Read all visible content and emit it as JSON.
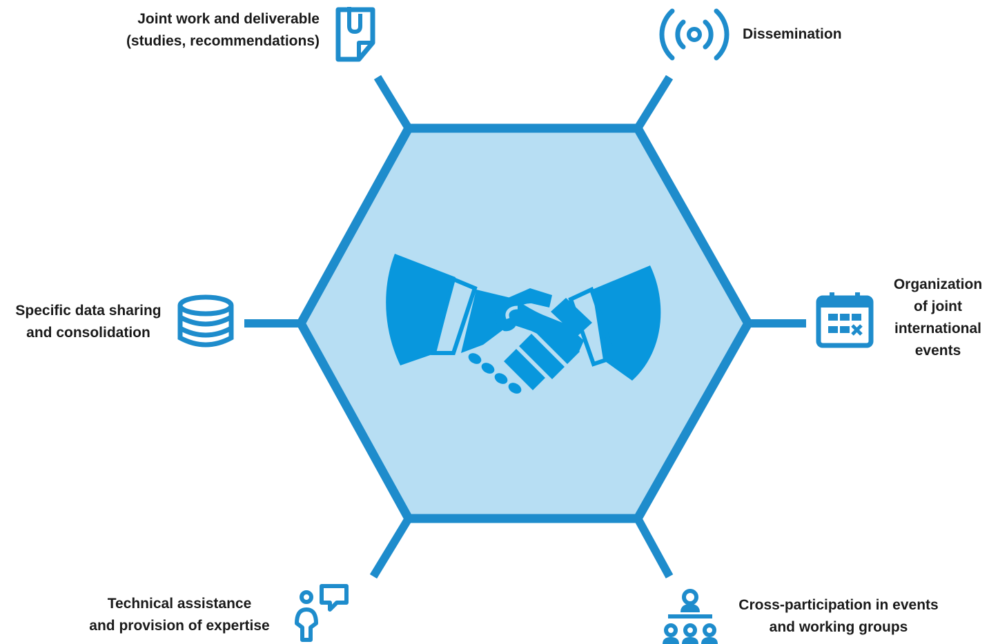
{
  "colors": {
    "accent": "#1e8ccc",
    "hex_fill": "#b7def3",
    "handshake": "#0897dd",
    "text": "#1a1a1a"
  },
  "center": {
    "icon": "handshake-icon"
  },
  "items": [
    {
      "id": "joint-work",
      "icon": "document-clip-icon",
      "lines": [
        "Joint work and deliverable",
        "(studies, recommendations)"
      ]
    },
    {
      "id": "dissemination",
      "icon": "broadcast-icon",
      "lines": [
        "Dissemination"
      ]
    },
    {
      "id": "data-sharing",
      "icon": "database-icon",
      "lines": [
        "Specific data sharing",
        "and consolidation"
      ]
    },
    {
      "id": "events",
      "icon": "calendar-icon",
      "lines": [
        "Organization",
        "of joint",
        "international",
        "events"
      ]
    },
    {
      "id": "technical",
      "icon": "person-speech-icon",
      "lines": [
        "Technical assistance",
        "and provision of expertise"
      ]
    },
    {
      "id": "cross",
      "icon": "audience-icon",
      "lines": [
        "Cross-participation in events",
        "and working groups"
      ]
    }
  ]
}
